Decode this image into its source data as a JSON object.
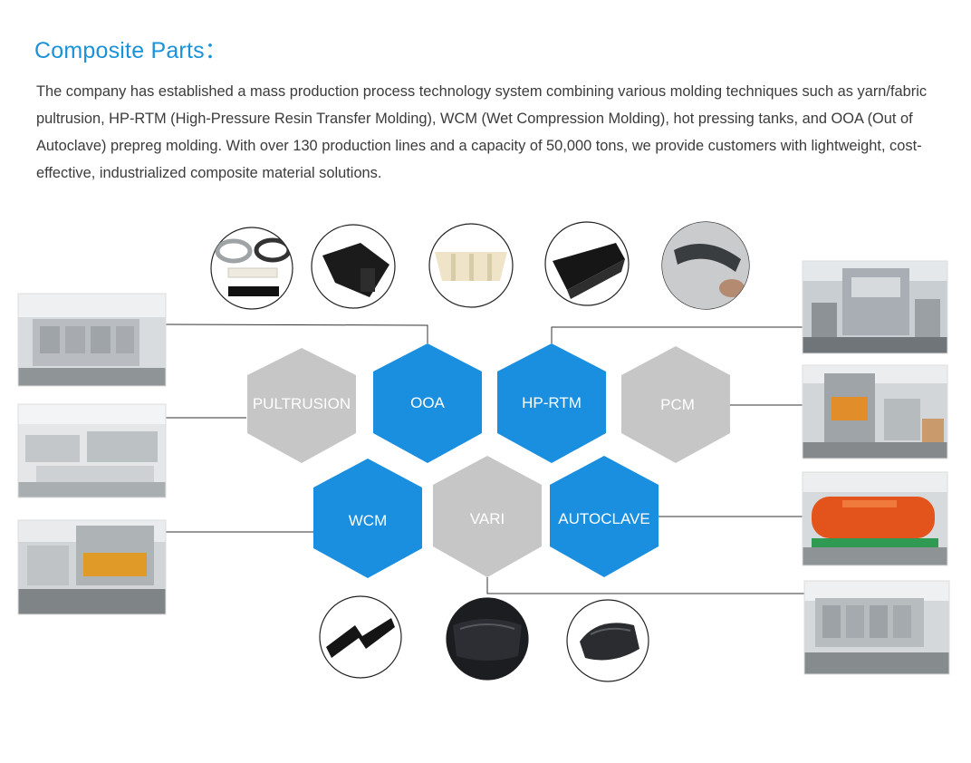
{
  "page": {
    "title": "Composite Parts：",
    "intro": "The company has established a mass production process technology system combining various molding techniques such as yarn/fabric pultrusion, HP-RTM (High-Pressure Resin Transfer Molding), WCM (Wet Compression Molding), hot pressing tanks, and OOA (Out of Autoclave) prepreg molding. With over 130 production lines and a capacity of 50,000 tons, we provide customers with lightweight, cost-effective, industrialized composite material solutions."
  },
  "colors": {
    "title": "#1a92d9",
    "hex_blue": "#1a8fe0",
    "hex_gray": "#c6c6c6",
    "text": "#3b3b3b"
  },
  "hexagons": [
    {
      "label": "PULTRUSION",
      "color": "gray"
    },
    {
      "label": "OOA",
      "color": "blue"
    },
    {
      "label": "HP-RTM",
      "color": "blue"
    },
    {
      "label": "PCM",
      "color": "gray"
    },
    {
      "label": "WCM",
      "color": "blue"
    },
    {
      "label": "VARI",
      "color": "gray"
    },
    {
      "label": "AUTOCLAVE",
      "color": "blue"
    }
  ],
  "product_photos": [
    {
      "subject": "coiled tubes and strips"
    },
    {
      "subject": "black profile part"
    },
    {
      "subject": "beige molded part"
    },
    {
      "subject": "black panel part"
    },
    {
      "subject": "gray curved part"
    },
    {
      "subject": "black corrugated profile"
    },
    {
      "subject": "dark car trunk lid"
    },
    {
      "subject": "car hood"
    }
  ],
  "factory_photos": [
    {
      "subject": "gray production line"
    },
    {
      "subject": "workshop floor"
    },
    {
      "subject": "press with orange platen"
    },
    {
      "subject": "large press machine"
    },
    {
      "subject": "hydraulic press"
    },
    {
      "subject": "orange autoclave"
    },
    {
      "subject": "production line"
    }
  ]
}
